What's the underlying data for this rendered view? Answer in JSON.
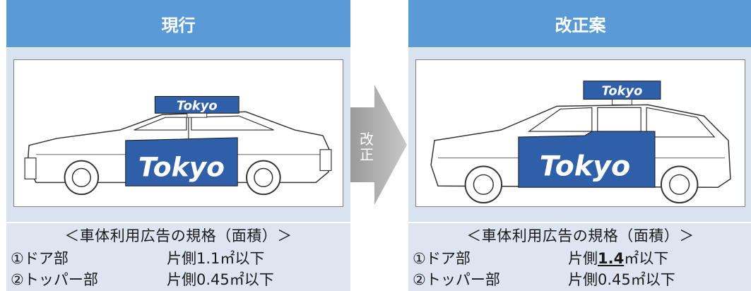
{
  "left_panel": {
    "header": "現行",
    "car_sign_top": "Tokyo",
    "car_sign_door": "Tokyo",
    "spec_title": "＜車体利用広告の規格（面積）＞",
    "door_label": "①ドア部",
    "door_value": "片側1.1㎡以下",
    "topper_label": "②トッパー部",
    "topper_value": "片側0.45㎡以下"
  },
  "right_panel": {
    "header": "改正案",
    "car_sign_top": "Tokyo",
    "car_sign_door": "Tokyo",
    "spec_title": "＜車体利用広告の規格（面積）＞",
    "door_label": "①ドア部",
    "door_value_prefix": "片側",
    "door_value_highlight": "1.4",
    "door_value_suffix": "㎡以下",
    "topper_label": "②トッパー部",
    "topper_value": "片側0.45㎡以下"
  },
  "arrow": {
    "char1": "改",
    "char2": "正"
  },
  "colors": {
    "header_bg": "#5b9bd5",
    "panel_bg": "#d9e2ef",
    "ad_blue": "#2f5fa8",
    "arrow_gray": "#8c8c8c"
  }
}
